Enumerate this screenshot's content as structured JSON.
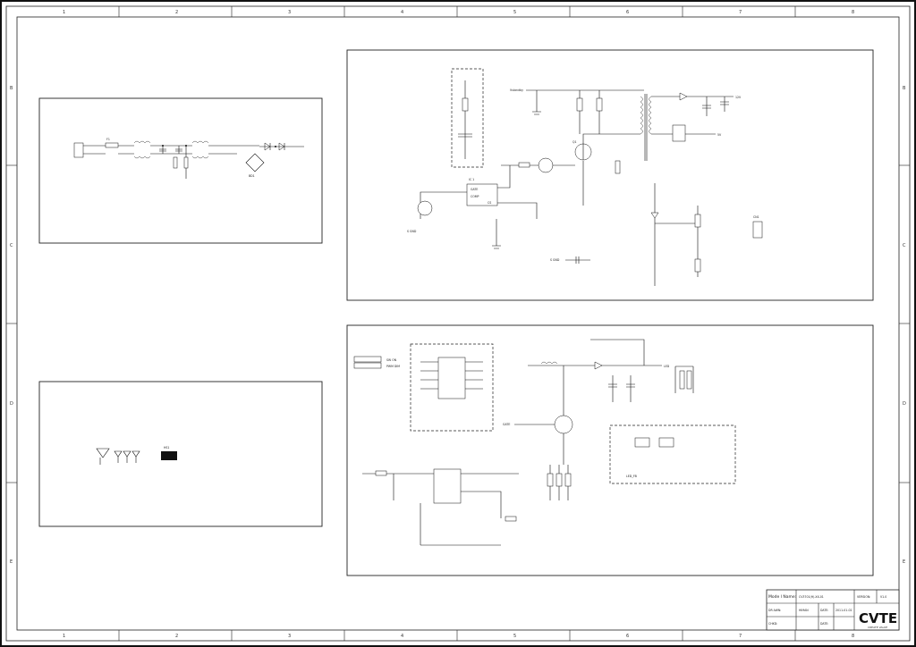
{
  "zones_top": [
    "1",
    "2",
    "3",
    "4",
    "5",
    "6",
    "7",
    "8"
  ],
  "zones_side": [
    "B",
    "C",
    "D",
    "E"
  ],
  "title_block": {
    "model_label": "Mode l Name:",
    "model_value": "CV3701(H)-XX-01",
    "version_label": "VERSION:",
    "version_value": "V1.0",
    "drawn_label": "DR AWN:",
    "drawn_value": "HIMAN",
    "date_label": "DATE:",
    "date_value": "2011-01-02",
    "check_label": "CHKD:",
    "check_date_label": "DATE:",
    "logo": "CVTE",
    "logo_sub": "CREATE VALUE"
  },
  "labels": {
    "vstandby": "Vstandby",
    "s_gnd": "S GND",
    "ic_name": "IC 1",
    "gate": "GATE",
    "comp": "COMP",
    "mos_q": "Q1",
    "cs": "CS",
    "led_out": "LED",
    "sw_on": "SW ON",
    "pwm_dim": "PWM DIM",
    "led_fb": "LED_FB",
    "con": "CN1",
    "heatsink": "HS1",
    "fuse": "F1",
    "bridge": "BD1",
    "out_12v": "12V",
    "out_5v": "5V"
  },
  "colors": {
    "ink": "#111111",
    "frame": "#222222",
    "paper": "#ffffff"
  }
}
